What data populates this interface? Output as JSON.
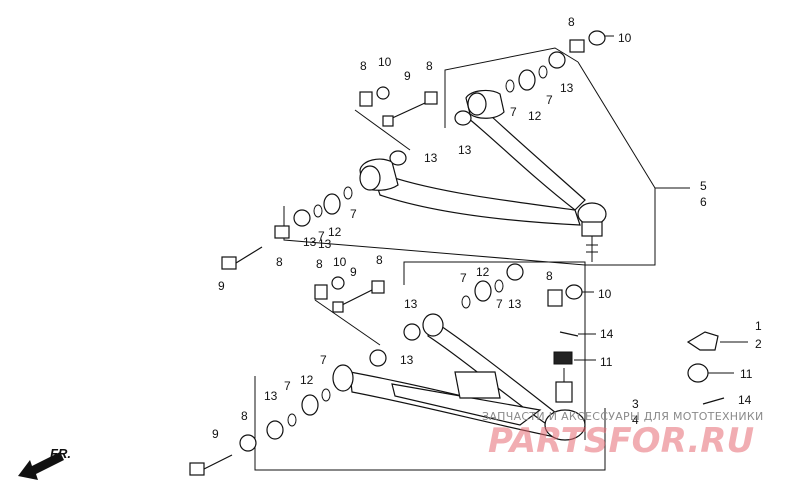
{
  "callouts": {
    "c1": "8",
    "c2": "10",
    "c3": "8",
    "c4": "10",
    "c5": "9",
    "c6": "8",
    "c7": "7",
    "c8": "13",
    "c9": "12",
    "c10": "7",
    "c11": "13",
    "c12": "13",
    "c13": "5",
    "c14": "6",
    "c15": "13",
    "c16": "7",
    "c17": "7",
    "c18": "12",
    "c19": "13",
    "c20": "9",
    "c21": "8",
    "c22": "8",
    "c23": "10",
    "c24": "9",
    "c25": "8",
    "c26": "7",
    "c27": "12",
    "c28": "7",
    "c29": "13",
    "c30": "8",
    "c31": "10",
    "c32": "13",
    "c33": "13",
    "c34": "14",
    "c35": "11",
    "c36": "1",
    "c37": "2",
    "c38": "11",
    "c39": "14",
    "c40": "7",
    "c41": "12",
    "c42": "7",
    "c43": "13",
    "c44": "8",
    "c45": "3",
    "c46": "4",
    "c47": "9"
  },
  "direction": "FR.",
  "watermark": {
    "line1": "ЗАПЧАСТИ И АКСЕССУАРЫ ДЛЯ МОТОТЕХНИКИ",
    "line2": "PARTSFOR.RU"
  }
}
